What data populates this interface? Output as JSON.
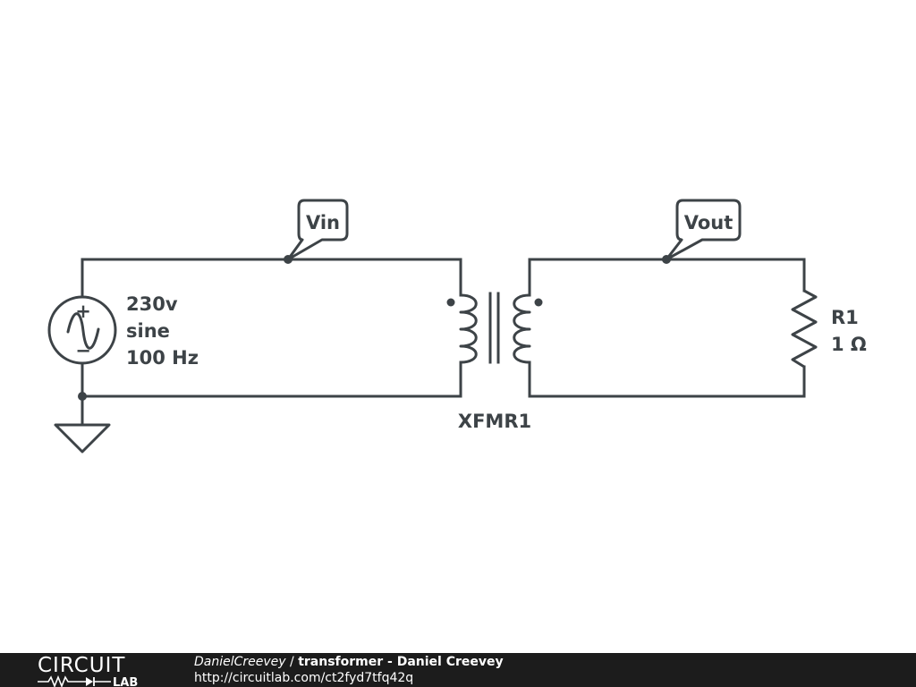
{
  "probes": {
    "vin": "Vin",
    "vout": "Vout"
  },
  "source": {
    "voltage": "230v",
    "waveform": "sine",
    "frequency": "100 Hz",
    "plus_sign": "+",
    "minus_sign": "−"
  },
  "transformer": {
    "name": "XFMR1"
  },
  "resistor": {
    "name": "R1",
    "value": "1 Ω"
  },
  "footer": {
    "logo_top": "CIRCUIT",
    "logo_bottom": "LAB",
    "author": "DanielCreevey",
    "separator": " / ",
    "title": "transformer - Daniel Creevey",
    "url": "http://circuitlab.com/ct2fyd7tfq42q"
  },
  "colors": {
    "stroke": "#3d4347",
    "footer_bg": "#1c1c1c"
  }
}
